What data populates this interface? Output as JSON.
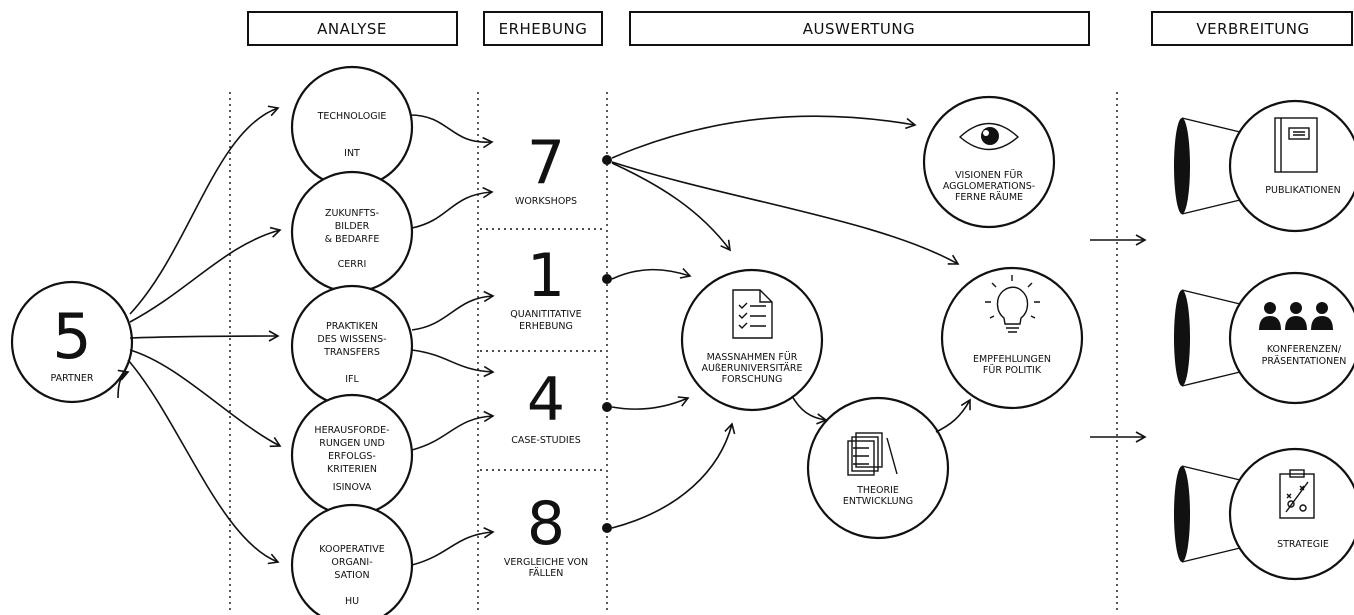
{
  "headers": {
    "analyse": "ANALYSE",
    "erhebung": "ERHEBUNG",
    "auswertung": "AUSWERTUNG",
    "verbreitung": "VERBREITUNG"
  },
  "partner": {
    "number": "5",
    "label": "PARTNER"
  },
  "analyse_nodes": [
    {
      "lines": [
        "TECHNOLOGIE"
      ],
      "org": "INT"
    },
    {
      "lines": [
        "ZUKUNFTS-",
        "BILDER",
        "& BEDARFE"
      ],
      "org": "CERRI"
    },
    {
      "lines": [
        "PRAKTIKEN",
        "DES WISSENS-",
        "TRANSFERS"
      ],
      "org": "IFL"
    },
    {
      "lines": [
        "HERAUSFORDE-",
        "RUNGEN UND",
        "ERFOLGS-",
        "KRITERIEN"
      ],
      "org": "ISINOVA"
    },
    {
      "lines": [
        "KOOPERATIVE",
        "ORGANI-",
        "SATION"
      ],
      "org": "HU"
    }
  ],
  "erhebung": [
    {
      "number": "7",
      "lines": [
        "WORKSHOPS"
      ]
    },
    {
      "number": "1",
      "lines": [
        "QUANITITATIVE",
        "ERHEBUNG"
      ]
    },
    {
      "number": "4",
      "lines": [
        "CASE-STUDIES"
      ]
    },
    {
      "number": "8",
      "lines": [
        "VERGLEICHE VON",
        "FÄLLEN"
      ]
    }
  ],
  "auswertung": {
    "visionen": [
      "VISIONEN FÜR",
      "AGGLOMERATIONS-",
      "FERNE RÄUME"
    ],
    "massnahmen": [
      "MASSNAHMEN FÜR",
      "AUßERUNIVERSITÄRE",
      "FORSCHUNG"
    ],
    "empfehlungen": [
      "EMPFEHLUNGEN",
      "FÜR POLITIK"
    ],
    "theorie": [
      "THEORIE",
      "ENTWICKLUNG"
    ]
  },
  "verbreitung": [
    {
      "lines": [
        "PUBLIKATIONEN"
      ],
      "icon": "book-icon"
    },
    {
      "lines": [
        "KONFERENZEN/",
        "PRÄSENTATIONEN"
      ],
      "icon": "audience-icon"
    },
    {
      "lines": [
        "STRATEGIE"
      ],
      "icon": "strategy-clipboard-icon"
    }
  ]
}
